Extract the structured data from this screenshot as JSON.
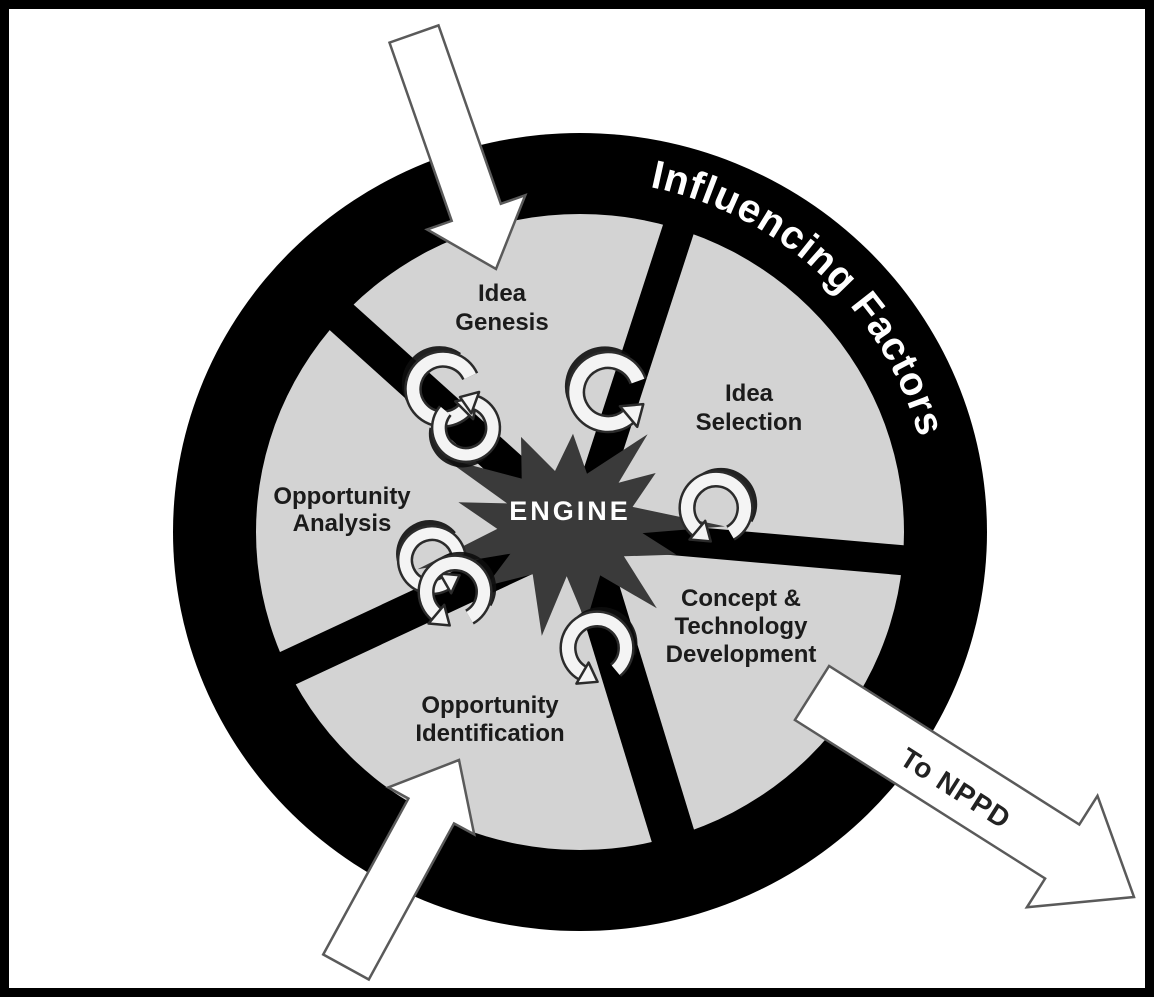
{
  "diagram": {
    "rim_label": "Influencing Factors",
    "engine_label": "ENGINE",
    "exit_label": "To NPPD",
    "segments": {
      "idea_genesis": {
        "lines": [
          "Idea",
          "Genesis"
        ]
      },
      "idea_selection": {
        "lines": [
          "Idea",
          "Selection"
        ]
      },
      "concept_technology_development": {
        "lines": [
          "Concept &",
          "Technology",
          "Development"
        ]
      },
      "opportunity_identification": {
        "lines": [
          "Opportunity",
          "Identification"
        ]
      },
      "opportunity_analysis": {
        "lines": [
          "Opportunity",
          "Analysis"
        ]
      }
    },
    "icons": {
      "cycle_arrow": "circular cycle arrow looping around spoke",
      "inflow_arrow_top": "white block arrow entering wheel from top",
      "inflow_arrow_bottom": "white block arrow entering wheel from bottom left",
      "outflow_arrow": "white block arrow exiting wheel to bottom right"
    },
    "colors": {
      "background": "#ffffff",
      "frame": "#000000",
      "rim": "#000000",
      "disc": "#d3d3d3",
      "star": "#3a3a3a",
      "label_text": "#1b1b1b",
      "rim_text": "#ffffff",
      "engine_text": "#ffffff",
      "arrow_fill": "#ffffff",
      "arrow_outline": "#5a5a5a",
      "exit_text": "#222222"
    }
  }
}
